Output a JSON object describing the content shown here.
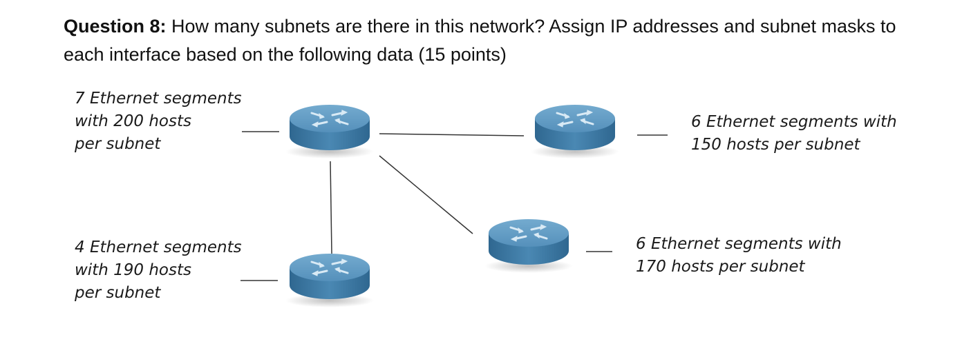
{
  "question": {
    "label": "Question 8:",
    "text": " How many subnets are there in this network? Assign IP addresses and subnet masks to each interface based on the following data (15 points)"
  },
  "diagram": {
    "routers": [
      {
        "id": "r1",
        "icon": "router-icon"
      },
      {
        "id": "r2",
        "icon": "router-icon"
      },
      {
        "id": "r3",
        "icon": "router-icon"
      },
      {
        "id": "r4",
        "icon": "router-icon"
      }
    ],
    "labels": [
      {
        "router": "r1",
        "lines": [
          "7 Ethernet segments",
          "with 200 hosts",
          "per subnet"
        ]
      },
      {
        "router": "r2",
        "lines": [
          "6 Ethernet segments with",
          "150 hosts per subnet"
        ]
      },
      {
        "router": "r3",
        "lines": [
          "6 Ethernet segments with",
          "170 hosts per subnet"
        ]
      },
      {
        "router": "r4",
        "lines": [
          "4 Ethernet segments",
          "with 190 hosts",
          "per subnet"
        ]
      }
    ],
    "colors": {
      "router_top": "#5f98bf",
      "router_side": "#3f7ba6",
      "router_arrows": "#d6e7f3",
      "link": "#333333"
    }
  }
}
